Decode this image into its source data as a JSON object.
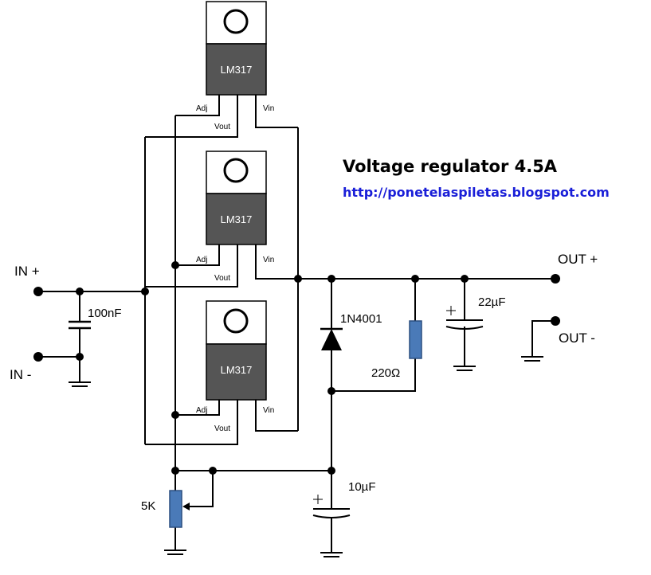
{
  "title": "Voltage regulator 4.5A",
  "url": "http://ponetelaspiletas.blogspot.com",
  "regulators": [
    {
      "part": "LM317",
      "adj": "Adj",
      "vout": "Vout",
      "vin": "Vin"
    },
    {
      "part": "LM317",
      "adj": "Adj",
      "vout": "Vout",
      "vin": "Vin"
    },
    {
      "part": "LM317",
      "adj": "Adj",
      "vout": "Vout",
      "vin": "Vin"
    }
  ],
  "terminals": {
    "in_plus": "IN +",
    "in_minus": "IN -",
    "out_plus": "OUT +",
    "out_minus": "OUT -"
  },
  "components": {
    "c_in": "100nF",
    "diode": "1N4001",
    "resistor": "220Ω",
    "c_out": "22µF",
    "c_adj": "10µF",
    "pot": "5K"
  },
  "colors": {
    "chip_body": "#555555",
    "resistor": "#4a7ab8",
    "url": "#1a1fd8"
  }
}
